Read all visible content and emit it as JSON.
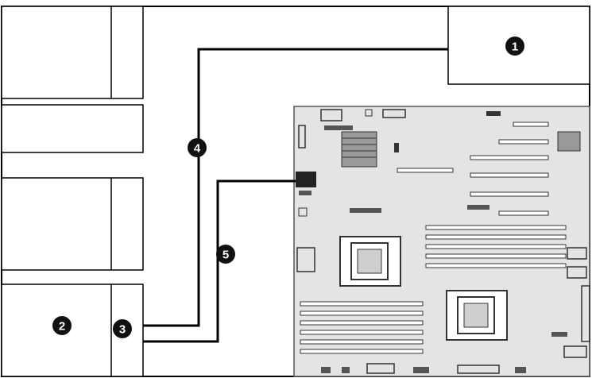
{
  "callouts": [
    {
      "id": "1",
      "label": "1"
    },
    {
      "id": "2",
      "label": "2"
    },
    {
      "id": "3",
      "label": "3"
    },
    {
      "id": "4",
      "label": "4"
    },
    {
      "id": "5",
      "label": "5"
    }
  ],
  "colors": {
    "line": "#000000",
    "board_fill": "#e4e4e4",
    "board_detail": "#333333",
    "background": "#ffffff"
  }
}
